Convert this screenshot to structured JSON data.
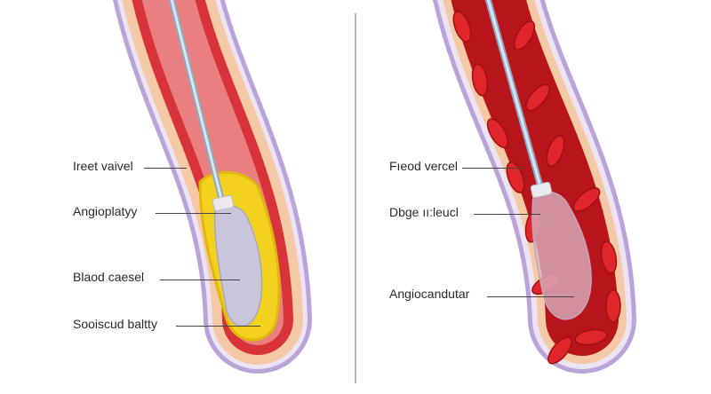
{
  "left_panel": {
    "labels": [
      "Ireet vaivel",
      "Angioplatyy",
      "Blaod caesel",
      "Sooiscud baltty"
    ]
  },
  "right_panel": {
    "labels": [
      "Fıeod vercel",
      "Dbge ıı:leucl",
      "Angiocandutar"
    ]
  },
  "colors": {
    "vessel_outer": "#b9a3d8",
    "vessel_wall": "#f6c9a6",
    "vessel_red": "#d8333a",
    "lumen_left": "#ea7f7f",
    "plaque": "#f2d21e",
    "balloon": "#c9c6dc",
    "catheter": "#b9cde0",
    "blood_cell": "#d61f23"
  }
}
